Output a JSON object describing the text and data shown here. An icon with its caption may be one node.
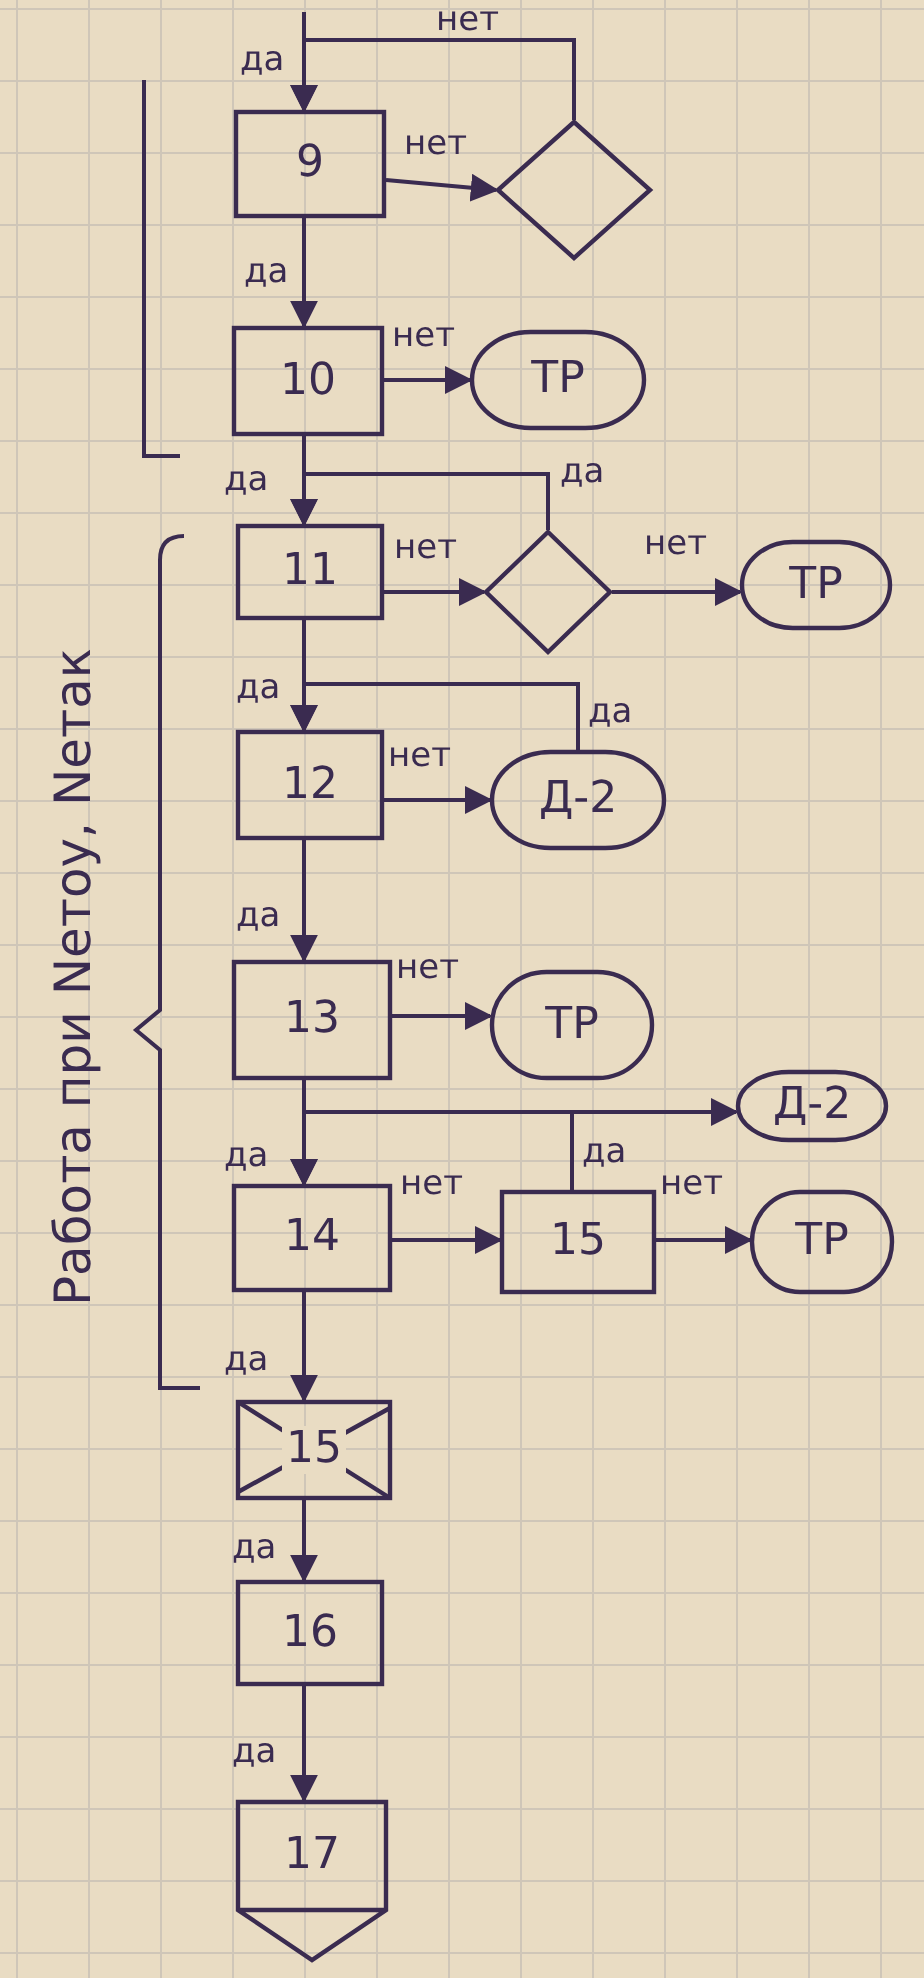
{
  "diagram": {
    "nodes": [
      {
        "text": [
          "9"
        ]
      },
      {
        "text": [],
        "shape": "diamond"
      },
      {
        "text": [
          "10"
        ]
      },
      {
        "text": [
          "ТР"
        ]
      },
      {
        "text": [
          "11"
        ]
      },
      {
        "text": [],
        "shape": "diamond"
      },
      {
        "text": [
          "ТР"
        ]
      },
      {
        "text": [
          "12"
        ]
      },
      {
        "text": [
          "Д-2"
        ]
      },
      {
        "text": [
          "13"
        ]
      },
      {
        "text": [
          "ТР"
        ]
      },
      {
        "text": [
          "Д-2"
        ]
      },
      {
        "text": [
          "14"
        ]
      },
      {
        "text": [
          "15"
        ]
      },
      {
        "text": [
          "ТР"
        ]
      },
      {
        "text": [
          "15"
        ]
      },
      {
        "text": [
          "16"
        ]
      },
      {
        "text": [
          "17"
        ]
      }
    ],
    "edges": [
      {
        "from": null,
        "to": 0,
        "arrow": "to",
        "label": "да"
      },
      {
        "from": 1,
        "to": 0,
        "arrow": "to",
        "label": "нет"
      },
      {
        "from": 0,
        "to": 1,
        "arrow": "to",
        "label": "нет"
      },
      {
        "from": 0,
        "to": 2,
        "arrow": "to",
        "label": "да"
      },
      {
        "from": 2,
        "to": 3,
        "arrow": "to",
        "label": "нет"
      },
      {
        "from": 2,
        "to": 4,
        "arrow": "to",
        "label": "да"
      },
      {
        "from": 5,
        "to": 4,
        "arrow": "to",
        "label": "да"
      },
      {
        "from": 4,
        "to": 5,
        "arrow": "to",
        "label": "нет"
      },
      {
        "from": 5,
        "to": 6,
        "arrow": "to",
        "label": "нет"
      },
      {
        "from": 4,
        "to": 7,
        "arrow": "to",
        "label": "да"
      },
      {
        "from": 8,
        "to": 7,
        "arrow": "to",
        "label": "да"
      },
      {
        "from": 7,
        "to": 8,
        "arrow": "to",
        "label": "нет"
      },
      {
        "from": 7,
        "to": 9,
        "arrow": "to",
        "label": "да"
      },
      {
        "from": 9,
        "to": 10,
        "arrow": "to",
        "label": "нет"
      },
      {
        "from": 9,
        "to": 12,
        "arrow": "to",
        "label": "да"
      },
      {
        "from": 13,
        "to": 12,
        "arrow": "to",
        "label": "да"
      },
      {
        "from": 13,
        "to": 11,
        "arrow": "to"
      },
      {
        "from": 12,
        "to": 13,
        "arrow": "to",
        "label": "нет"
      },
      {
        "from": 13,
        "to": 14,
        "arrow": "to",
        "label": "нет"
      },
      {
        "from": 12,
        "to": 15,
        "arrow": "to",
        "label": "да"
      },
      {
        "from": 15,
        "to": 16,
        "arrow": "to",
        "label": "да"
      },
      {
        "from": 16,
        "to": 17,
        "arrow": "to",
        "label": "да"
      }
    ],
    "labels": [
      "Работа при Nетоу, Nетак"
    ]
  }
}
